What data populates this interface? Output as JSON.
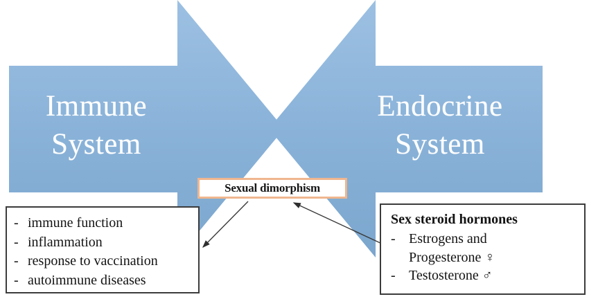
{
  "figure": {
    "title": "Immune and endocrine system sexual dimorphism diagram",
    "background_color": "#ffffff",
    "arrow_fill_top": "#95bbdf",
    "arrow_fill_bottom": "#7ca7ce",
    "center_box_border_color": "#efb68e",
    "outcome_box_border_color": "#3b3b3b",
    "connector_color": "#3a3a3a"
  },
  "arrows": {
    "left": {
      "label": "Immune\nSystem",
      "direction": "points-right"
    },
    "right": {
      "label": "Endocrine\nSystem",
      "direction": "points-left"
    }
  },
  "center": {
    "label": "Sexual dimorphism"
  },
  "immune_outcomes": {
    "items": [
      {
        "dash": "-",
        "text": "immune function"
      },
      {
        "dash": "-",
        "text": "inflammation"
      },
      {
        "dash": "-",
        "text": "response to vaccination"
      },
      {
        "dash": "-",
        "text": "autoimmune diseases"
      }
    ]
  },
  "hormone_outcomes": {
    "heading": "Sex steroid hormones",
    "items": [
      {
        "dash": "-",
        "text": "Estrogens and"
      },
      {
        "dash": "",
        "text": "Progesterone ♀"
      },
      {
        "dash": "-",
        "text": "Testosterone ♂"
      }
    ]
  }
}
